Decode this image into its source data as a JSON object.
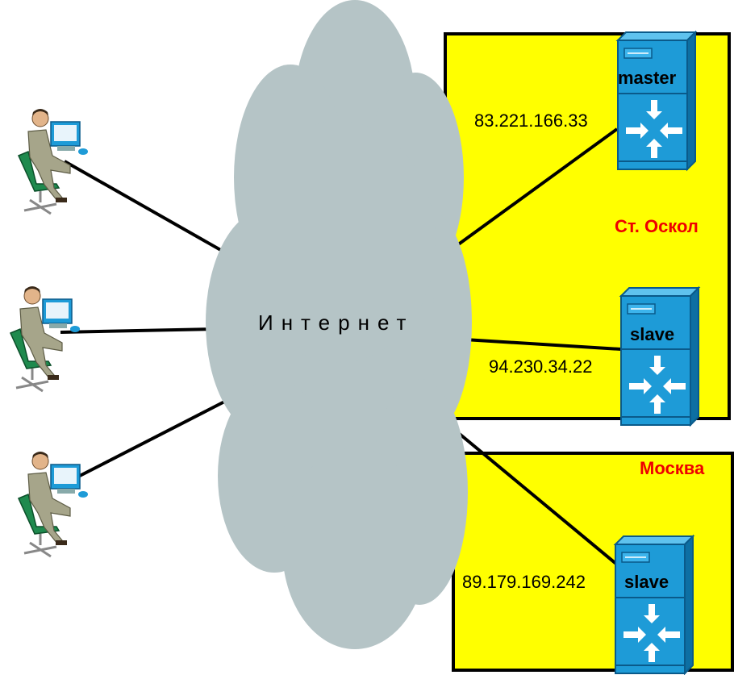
{
  "network": {
    "label": "Интернет",
    "cloud_color": "#b5c4c6"
  },
  "regions": [
    {
      "id": "stary-oskol",
      "name": "Ст. Оскол",
      "fill": "#ffff00",
      "label_color": "#ee0000"
    },
    {
      "id": "moskva",
      "name": "Москва",
      "fill": "#ffff00",
      "label_color": "#ee0000"
    }
  ],
  "servers": [
    {
      "role": "master",
      "ip": "83.221.166.33",
      "region": "stary-oskol"
    },
    {
      "role": "slave",
      "ip": "94.230.34.22",
      "region": "stary-oskol"
    },
    {
      "role": "slave",
      "ip": "89.179.169.242",
      "region": "moskva"
    }
  ],
  "clients": [
    {
      "icon": "user-workstation-icon"
    },
    {
      "icon": "user-workstation-icon"
    },
    {
      "icon": "user-workstation-icon"
    }
  ],
  "colors": {
    "server_body": "#1e9bd7",
    "server_dark": "#0a5a8a",
    "link": "#000000"
  }
}
